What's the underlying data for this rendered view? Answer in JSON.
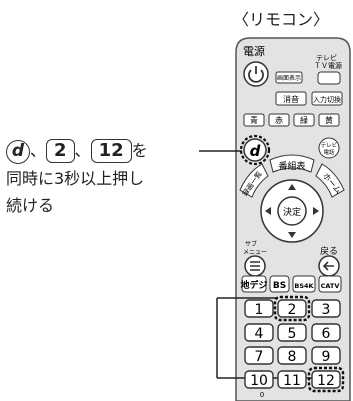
{
  "caption": "〈リモコン〉",
  "instruction": {
    "key_d": "d",
    "sep1": "、",
    "key_2": "2",
    "sep2": "、",
    "key_12": "12",
    "suffix": "を",
    "line2": "同時に3秒以上押し",
    "line3": "続ける"
  },
  "remote": {
    "power_label": "電源",
    "tv_label": "テレビ",
    "tv_power_label": "ＴＶ電源",
    "screen_display": "画面表示",
    "mute": "消音",
    "input_switch": "入力切換",
    "color_buttons": [
      "青",
      "赤",
      "緑",
      "黄"
    ],
    "tv_phone": "テレビ電話",
    "d_key": "d",
    "program_guide": "番組表",
    "recorded_list": "録画一覧",
    "home": "ホーム",
    "enter": "決定",
    "sub_menu": "サブメニュー",
    "back": "戻る",
    "broadcast": [
      "地デジ",
      "BS",
      "BS4K",
      "CATV"
    ],
    "number_keys": [
      "1",
      "2",
      "3",
      "4",
      "5",
      "6",
      "7",
      "8",
      "9",
      "10",
      "11",
      "12"
    ],
    "zero_label": "0"
  }
}
